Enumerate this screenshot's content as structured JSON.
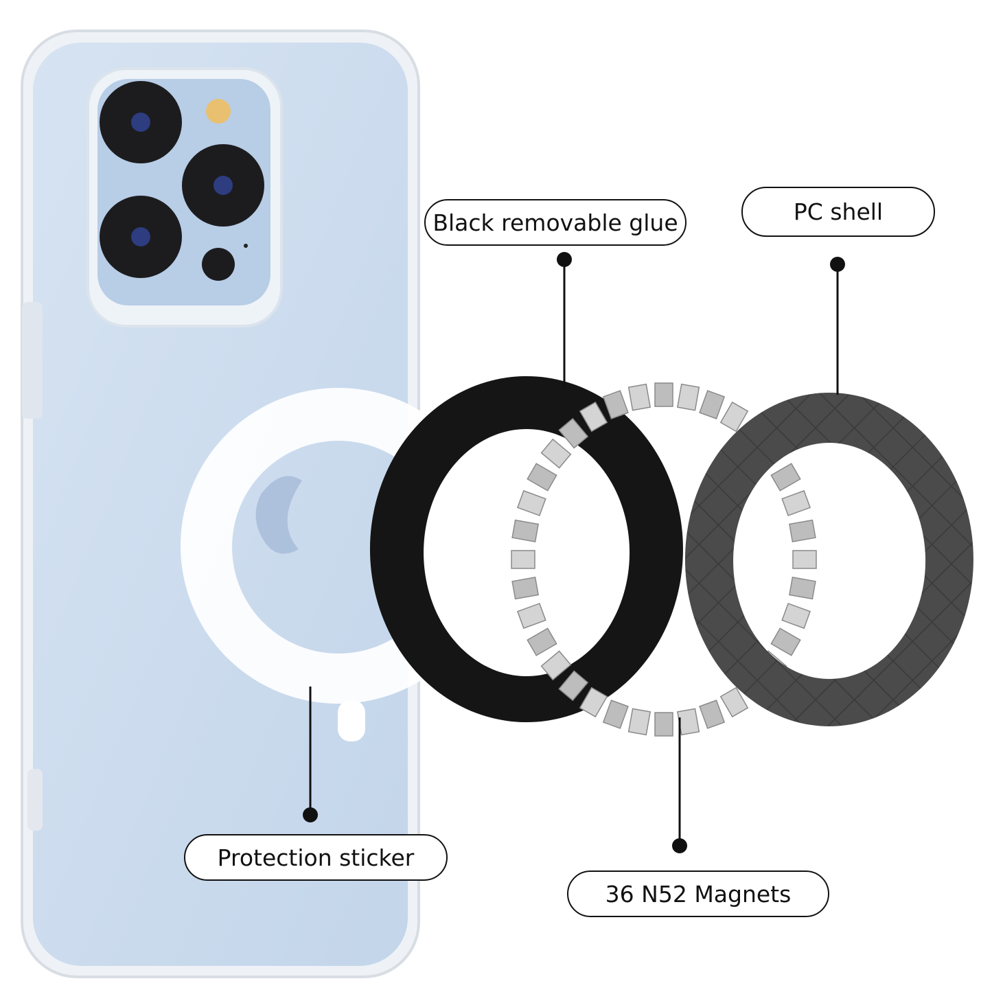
{
  "labels": {
    "glue": "Black removable glue",
    "shell": "PC shell",
    "sticker": "Protection sticker",
    "magnets": "36 N52 Magnets"
  },
  "colors": {
    "phone_blue": "#c9d9ec",
    "black_ring": "#151515",
    "shell_gray": "#4a4a4a",
    "magnet_gray": "#c8c8c8"
  }
}
